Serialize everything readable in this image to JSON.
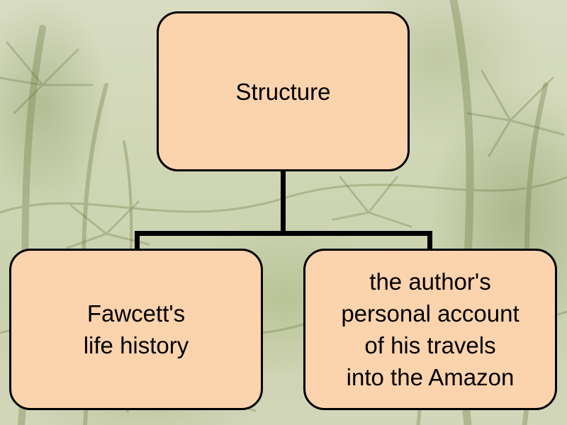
{
  "diagram": {
    "root": {
      "label": "Structure"
    },
    "children": [
      {
        "label": "Fawcett's\nlife history"
      },
      {
        "label": "the author's\npersonal account\nof his travels\ninto the Amazon"
      }
    ]
  },
  "colors": {
    "node_fill": "#fbd3ad",
    "node_border": "#000000",
    "connector": "#000000"
  }
}
